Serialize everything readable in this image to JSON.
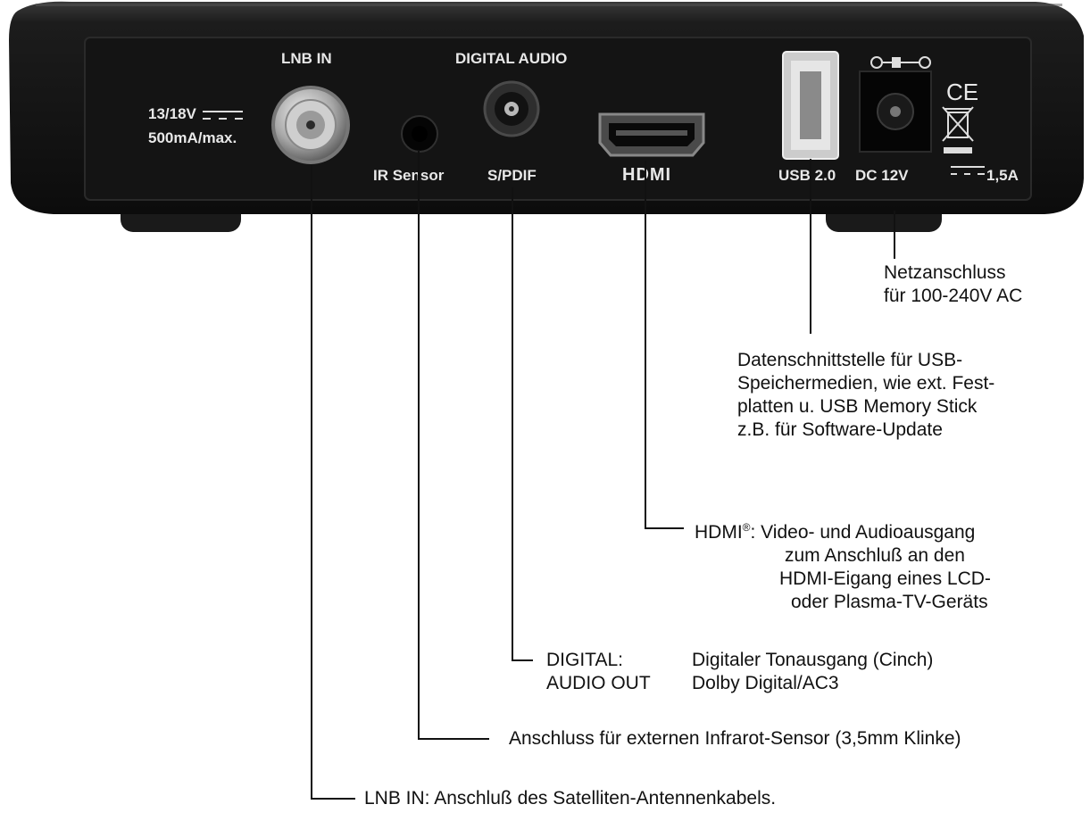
{
  "device": {
    "labels": {
      "lnb_in": "LNB IN",
      "digital_audio": "DIGITAL AUDIO",
      "voltage": "13/18V",
      "current": "500mA/max.",
      "ir_sensor": "IR Sensor",
      "spdif": "S/PDIF",
      "hdmi_logo": "HDMI",
      "usb": "USB 2.0",
      "dc": "DC 12V",
      "dc_current": "1,5A",
      "ce": "CE"
    }
  },
  "callouts": {
    "power": [
      "Netzanschluss",
      "für 100-240V AC"
    ],
    "usb": [
      "Datenschnittstelle für USB-",
      "Speichermedien, wie ext. Fest-",
      "platten u. USB Memory Stick",
      "z.B. für Software-Update"
    ],
    "hdmi": {
      "title": "HDMI",
      "reg": "®",
      "line1_rest": ": Video- und Audioausgang",
      "lines": [
        "zum Anschluß an den",
        "HDMI-Eigang eines LCD-",
        "oder Plasma-TV-Geräts"
      ]
    },
    "digital": {
      "left": [
        "DIGITAL:",
        "AUDIO OUT"
      ],
      "right": [
        "Digitaler Tonausgang (Cinch)",
        "Dolby Digital/AC3"
      ]
    },
    "ir": "Anschluss für externen Infrarot-Sensor (3,5mm Klinke)",
    "lnb": "LNB IN:  Anschluß des Satelliten-Antennenkabels."
  }
}
